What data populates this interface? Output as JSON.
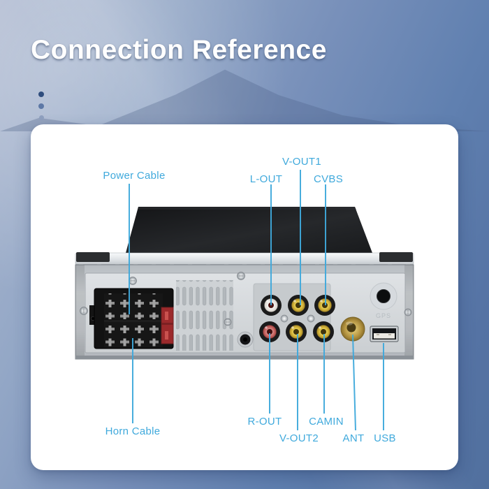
{
  "header": {
    "title": "Connection Reference"
  },
  "card": {
    "connections_top": [
      {
        "label": "Power Cable",
        "target": "iso-power-block"
      },
      {
        "label": "L-OUT",
        "target": "rca-white"
      },
      {
        "label": "V-OUT1",
        "target": "rca-yellow-top-middle"
      },
      {
        "label": "CVBS",
        "target": "rca-yellow-top-right"
      }
    ],
    "connections_bottom": [
      {
        "label": "Horn Cable",
        "target": "iso-horn-block"
      },
      {
        "label": "R-OUT",
        "target": "rca-red"
      },
      {
        "label": "V-OUT2",
        "target": "rca-yellow-bottom-middle"
      },
      {
        "label": "CAMIN",
        "target": "rca-yellow-bottom-right"
      },
      {
        "label": "ANT",
        "target": "antenna-socket"
      },
      {
        "label": "USB",
        "target": "usb-port"
      }
    ],
    "device": {
      "gps_engraving": "GPS"
    }
  },
  "colors": {
    "label_accent": "#3fa9dc",
    "leader_line": "#3fa9dc",
    "background_top_left": "#aeb9d0",
    "background_bottom_right": "#51709e",
    "card_background": "#ffffff",
    "title_text": "#ffffff",
    "rca_yellow": "#d9bc3f",
    "rca_red": "#c4615e",
    "rca_white": "#efece6",
    "antenna_brass": "#b49441"
  }
}
